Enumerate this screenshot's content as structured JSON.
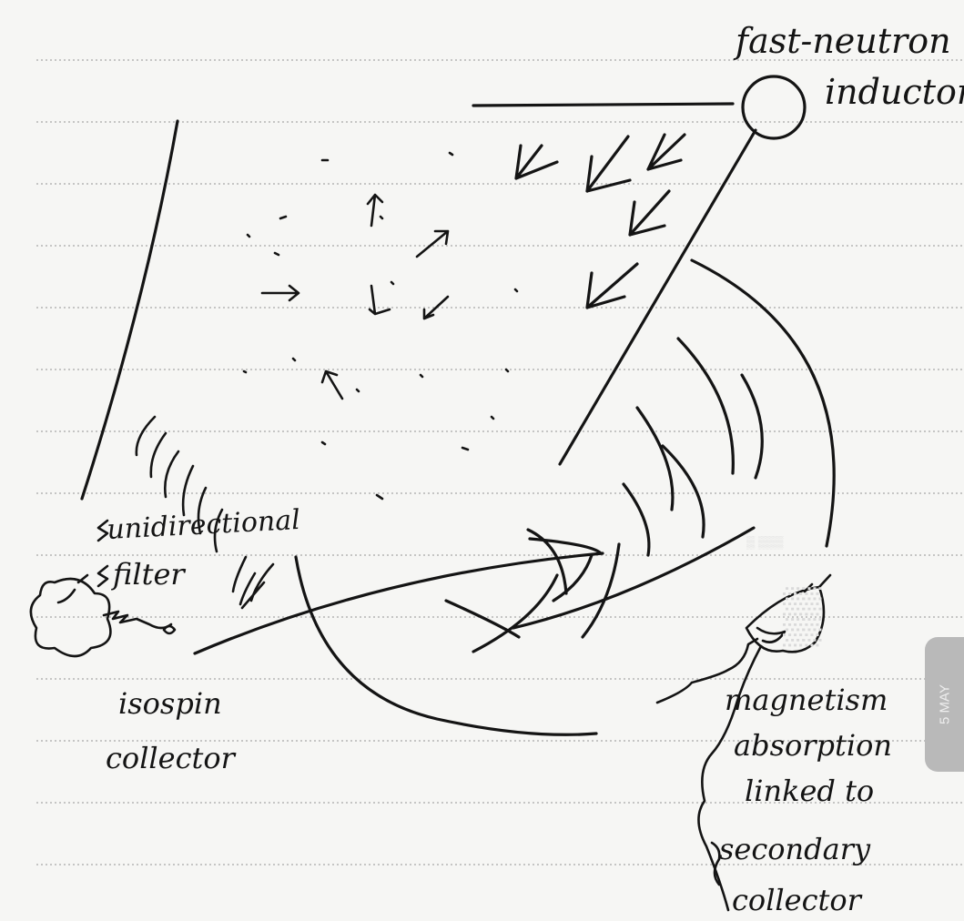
{
  "labels": {
    "fast_neutron": "fast-neutron",
    "inductor": "inductor",
    "unidirectional": "unidirectional",
    "filter": "filter",
    "isospin": "isospin",
    "collector": "collector",
    "magnetism": "magnetism",
    "absorption": "absorption",
    "linked_to": "linked to",
    "secondary": "secondary",
    "secondary_collector": "collector"
  },
  "page_tab": {
    "date": "5 MAY"
  },
  "colors": {
    "paper": "#f6f6f4",
    "ink": "#141414",
    "rule": "#a8a8a8",
    "tab": "#b9b9b9"
  }
}
